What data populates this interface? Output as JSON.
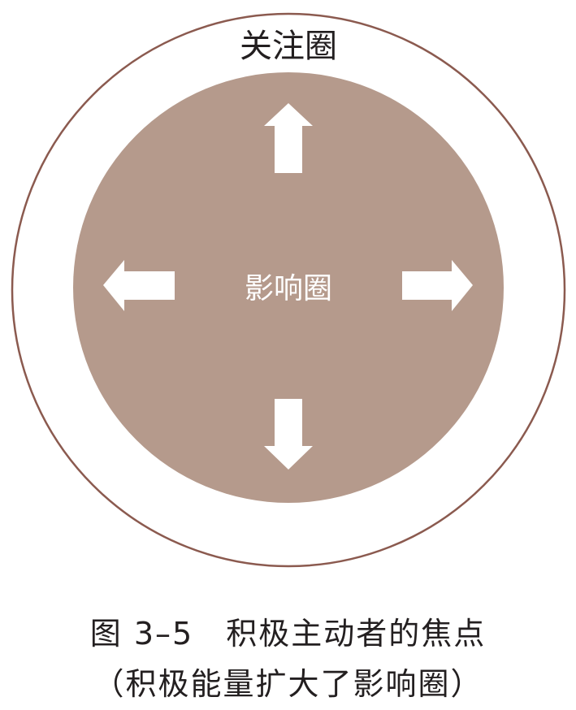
{
  "diagram": {
    "outer_circle": {
      "label": "关注圈",
      "stroke_color": "#8b5a4f",
      "fill_color": "#ffffff"
    },
    "inner_circle": {
      "label": "影响圈",
      "fill_color": "#b59a8c",
      "label_color": "#ffffff"
    },
    "arrows": {
      "color": "#ffffff",
      "directions": [
        "up",
        "down",
        "left",
        "right"
      ]
    }
  },
  "caption": {
    "title": "图 3–5　积极主动者的焦点",
    "subtitle": "（积极能量扩大了影响圈）"
  }
}
